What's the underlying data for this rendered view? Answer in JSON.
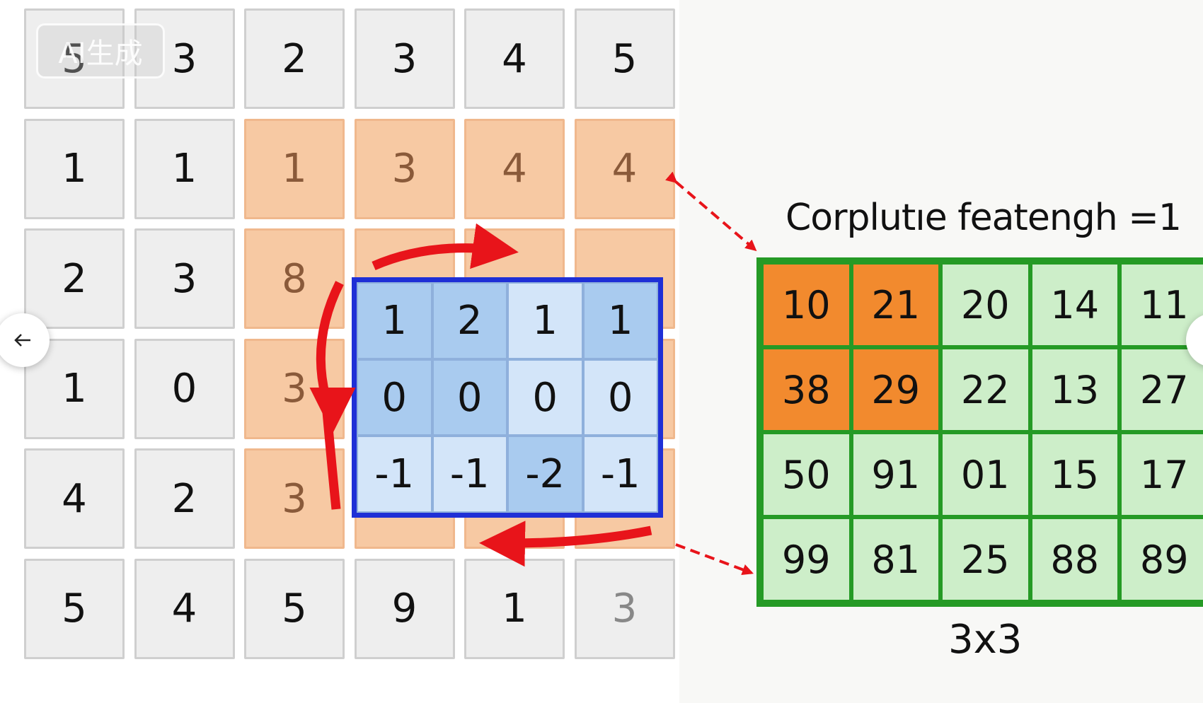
{
  "watermark": "AI生成",
  "input_grid": {
    "rows": [
      [
        "5",
        "3",
        "2",
        "3",
        "4",
        "5"
      ],
      [
        "1",
        "1",
        "1",
        "3",
        "4",
        "4"
      ],
      [
        "2",
        "3",
        "8",
        "",
        "",
        ""
      ],
      [
        "1",
        "0",
        "3",
        "",
        "",
        ""
      ],
      [
        "4",
        "2",
        "3",
        "",
        "",
        ""
      ],
      [
        "5",
        "4",
        "5",
        "9",
        "1",
        "3"
      ]
    ]
  },
  "kernel": {
    "rows": [
      [
        "1",
        "2",
        "1",
        "1"
      ],
      [
        "0",
        "0",
        "0",
        "0"
      ],
      [
        "-1",
        "-1",
        "-2",
        "-1"
      ]
    ]
  },
  "output": {
    "title": "Corplutıe featengh =1",
    "rows": [
      [
        "10",
        "21",
        "20",
        "14",
        "11"
      ],
      [
        "38",
        "29",
        "22",
        "13",
        "27"
      ],
      [
        "50",
        "91",
        "01",
        "15",
        "17"
      ],
      [
        "99",
        "81",
        "25",
        "88",
        "89"
      ]
    ],
    "caption": "3x3"
  },
  "colors": {
    "input_cell": "#eeeeee",
    "highlight": "#f7c9a3",
    "kernel_border": "#1f2fd6",
    "kernel_fill": "#d3e5f9",
    "output_border": "#259a25",
    "output_fill": "#cdeec9",
    "output_hot": "#f28a2e",
    "arrow": "#e8141a"
  },
  "icons": {
    "prev": "arrow-left-icon",
    "next": "arrow-right-icon"
  }
}
